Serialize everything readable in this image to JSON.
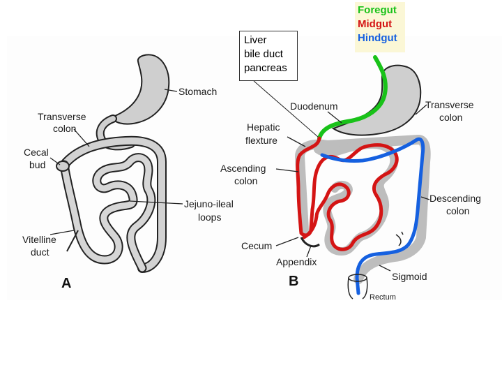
{
  "colors": {
    "foregut": "#19c219",
    "midgut": "#d41414",
    "hindgut": "#1560e0",
    "tissue": "#c9c9c9",
    "legend_bg": "#fbf7d6"
  },
  "legend": {
    "foregut": "Foregut",
    "midgut": "Midgut",
    "hindgut": "Hindgut"
  },
  "callout": {
    "line1": "Liver",
    "line2": "bile duct",
    "line3": "pancreas"
  },
  "panel_a": {
    "letter": "A",
    "stomach": "Stomach",
    "transverse_colon_1": "Transverse",
    "transverse_colon_2": "colon",
    "cecal_bud_1": "Cecal",
    "cecal_bud_2": "bud",
    "jejuno_1": "Jejuno-ileal",
    "jejuno_2": "loops",
    "vitelline_1": "Vitelline",
    "vitelline_2": "duct"
  },
  "panel_b": {
    "letter": "B",
    "duodenum": "Duodenum",
    "hepatic_1": "Hepatic",
    "hepatic_2": "flexture",
    "ascending_1": "Ascending",
    "ascending_2": "colon",
    "cecum": "Cecum",
    "appendix": "Appendix",
    "transverse_1": "Transverse",
    "transverse_2": "colon",
    "descending_1": "Descending",
    "descending_2": "colon",
    "sigmoid": "Sigmoid",
    "rectum": "Rectum"
  }
}
